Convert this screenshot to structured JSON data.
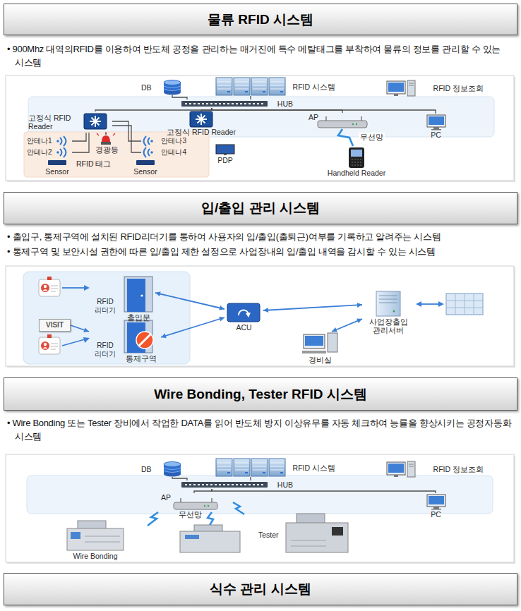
{
  "diagram": {
    "nodes": [
      {
        "text": [
          "물류 RFID 시스템"
        ]
      },
      {
        "text": [
          "DB"
        ]
      },
      {
        "text": [
          "RFID 시스템"
        ]
      },
      {
        "text": [
          "RFID 정보조회"
        ]
      },
      {
        "text": [
          "HUB"
        ]
      },
      {
        "text": [
          "고정식 RFID Reader"
        ]
      },
      {
        "text": [
          "경광등"
        ]
      },
      {
        "text": [
          "안테나1"
        ]
      },
      {
        "text": [
          "안테나2"
        ]
      },
      {
        "text": [
          "안테나3"
        ]
      },
      {
        "text": [
          "안테나4"
        ]
      },
      {
        "text": [
          "Sensor"
        ]
      },
      {
        "text": [
          "Sensor"
        ]
      },
      {
        "text": [
          "고정식 RFID Reader"
        ]
      },
      {
        "text": [
          "PDP"
        ]
      },
      {
        "text": [
          "AP"
        ]
      },
      {
        "text": [
          "Handheld Reader"
        ]
      },
      {
        "text": [
          "PC"
        ]
      },
      {
        "text": [
          "입/출입 관리 시스템"
        ]
      },
      {
        "text": [
          "RFID 리더기"
        ]
      },
      {
        "text": [
          "출입문"
        ]
      },
      {
        "text": [
          "VISIT"
        ]
      },
      {
        "text": [
          "RFID 리더기"
        ]
      },
      {
        "text": [
          "통제구역"
        ]
      },
      {
        "text": [
          "ACU"
        ]
      },
      {
        "text": [
          "사업장출입 관리서버"
        ]
      },
      {
        "text": [
          "경비실"
        ]
      },
      {
        "text": [
          "Wire Bonding, Tester RFID 시스템"
        ]
      },
      {
        "text": [
          "DB"
        ]
      },
      {
        "text": [
          "RFID 시스템"
        ]
      },
      {
        "text": [
          "RFID 정보조회"
        ]
      },
      {
        "text": [
          "HUB"
        ]
      },
      {
        "text": [
          "AP",
          "무선망"
        ]
      },
      {
        "text": [
          "PC"
        ]
      },
      {
        "text": [
          "Wire Bonding"
        ]
      },
      {
        "text": [
          "식수 관리 시스템"
        ]
      }
    ],
    "edges": [
      {
        "from": 1,
        "to": 4,
        "arrow": "none"
      },
      {
        "from": 2,
        "to": 4,
        "arrow": "none"
      },
      {
        "from": 4,
        "to": 5,
        "arrow": "none"
      },
      {
        "from": 4,
        "to": 13,
        "arrow": "none"
      },
      {
        "from": 4,
        "to": 15,
        "arrow": "none"
      },
      {
        "from": 4,
        "to": 17,
        "arrow": "none"
      },
      {
        "from": 5,
        "to": 6,
        "arrow": "none"
      },
      {
        "from": 5,
        "to": 7,
        "arrow": "none"
      },
      {
        "from": 5,
        "to": 8,
        "arrow": "none"
      },
      {
        "from": 5,
        "to": 9,
        "arrow": "none"
      },
      {
        "from": 5,
        "to": 10,
        "arrow": "none"
      },
      {
        "from": 15,
        "to": 16,
        "label": "무선망",
        "arrow": "none"
      },
      {
        "from": 21,
        "to": 22,
        "arrow": "to"
      },
      {
        "from": 20,
        "to": 24,
        "arrow": "both"
      },
      {
        "from": 23,
        "to": 24,
        "arrow": "both"
      },
      {
        "from": 24,
        "to": 25,
        "arrow": "both"
      },
      {
        "from": 25,
        "to": 26,
        "arrow": "both"
      },
      {
        "from": 28,
        "to": 31,
        "arrow": "none"
      },
      {
        "from": 29,
        "to": 31,
        "arrow": "none"
      },
      {
        "from": 31,
        "to": 32,
        "arrow": "none"
      },
      {
        "from": 31,
        "to": 33,
        "arrow": "none"
      }
    ],
    "labels": [
      "• 900Mhz 대역의RFID를 이용하여 반도체 공정을 관리하는 매거진에 특수 메탈태그를 부착하여 물류의 정보를 관리할 수 있는 시스템",
      "RFID 태그",
      "• 출입구, 통제구역에 설치된 RFID리더기를 통하여 사용자의 입/출입(출퇴근)여부를 기록하고 알려주는 시스템",
      "• 통제구역 및 보안시설 권한에 따른 입/출입 제한 설정으로 사업장내의 입/출입 내역을 감시할 수 있는 시스템",
      "• Wire Bonding 또는 Tester 장비에서 작업한 DATA를 읽어 반도체 방지 이상유무를 자동 체크하여 능률을 향상시키는 공정자동화 시스템",
      "Tester"
    ]
  }
}
